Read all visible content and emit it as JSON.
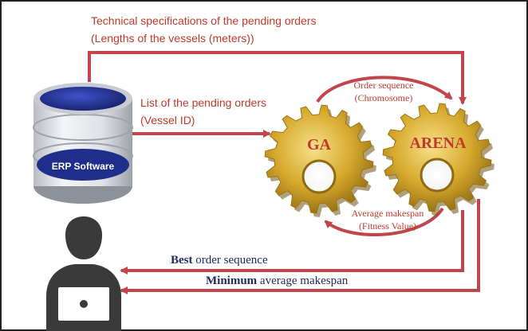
{
  "labels": {
    "tech_spec_line1": "Technical specifications of the pending orders",
    "tech_spec_line2": "(Lengths of the vessels (meters))",
    "pending_line1": "List of the pending orders",
    "pending_line2": "(Vessel ID)",
    "order_seq_line1": "Order sequence",
    "order_seq_line2": "(Chromosome)",
    "makespan_line1": "Average makespan",
    "makespan_line2": "(Fitness Value)",
    "best_bold": "Best",
    "best_rest": " order sequence",
    "min_bold": "Minimum",
    "min_rest": " average makespan"
  },
  "nodes": {
    "erp": "ERP Software",
    "ga": "GA",
    "arena": "ARENA"
  },
  "colors": {
    "arrow": "#c0464b",
    "text_red": "#c0392b",
    "gear_gold": "#d4a62a",
    "db_blue": "#1f2f8c",
    "dark_blue": "#1f2a60",
    "user_gray": "#3a3a3a"
  }
}
